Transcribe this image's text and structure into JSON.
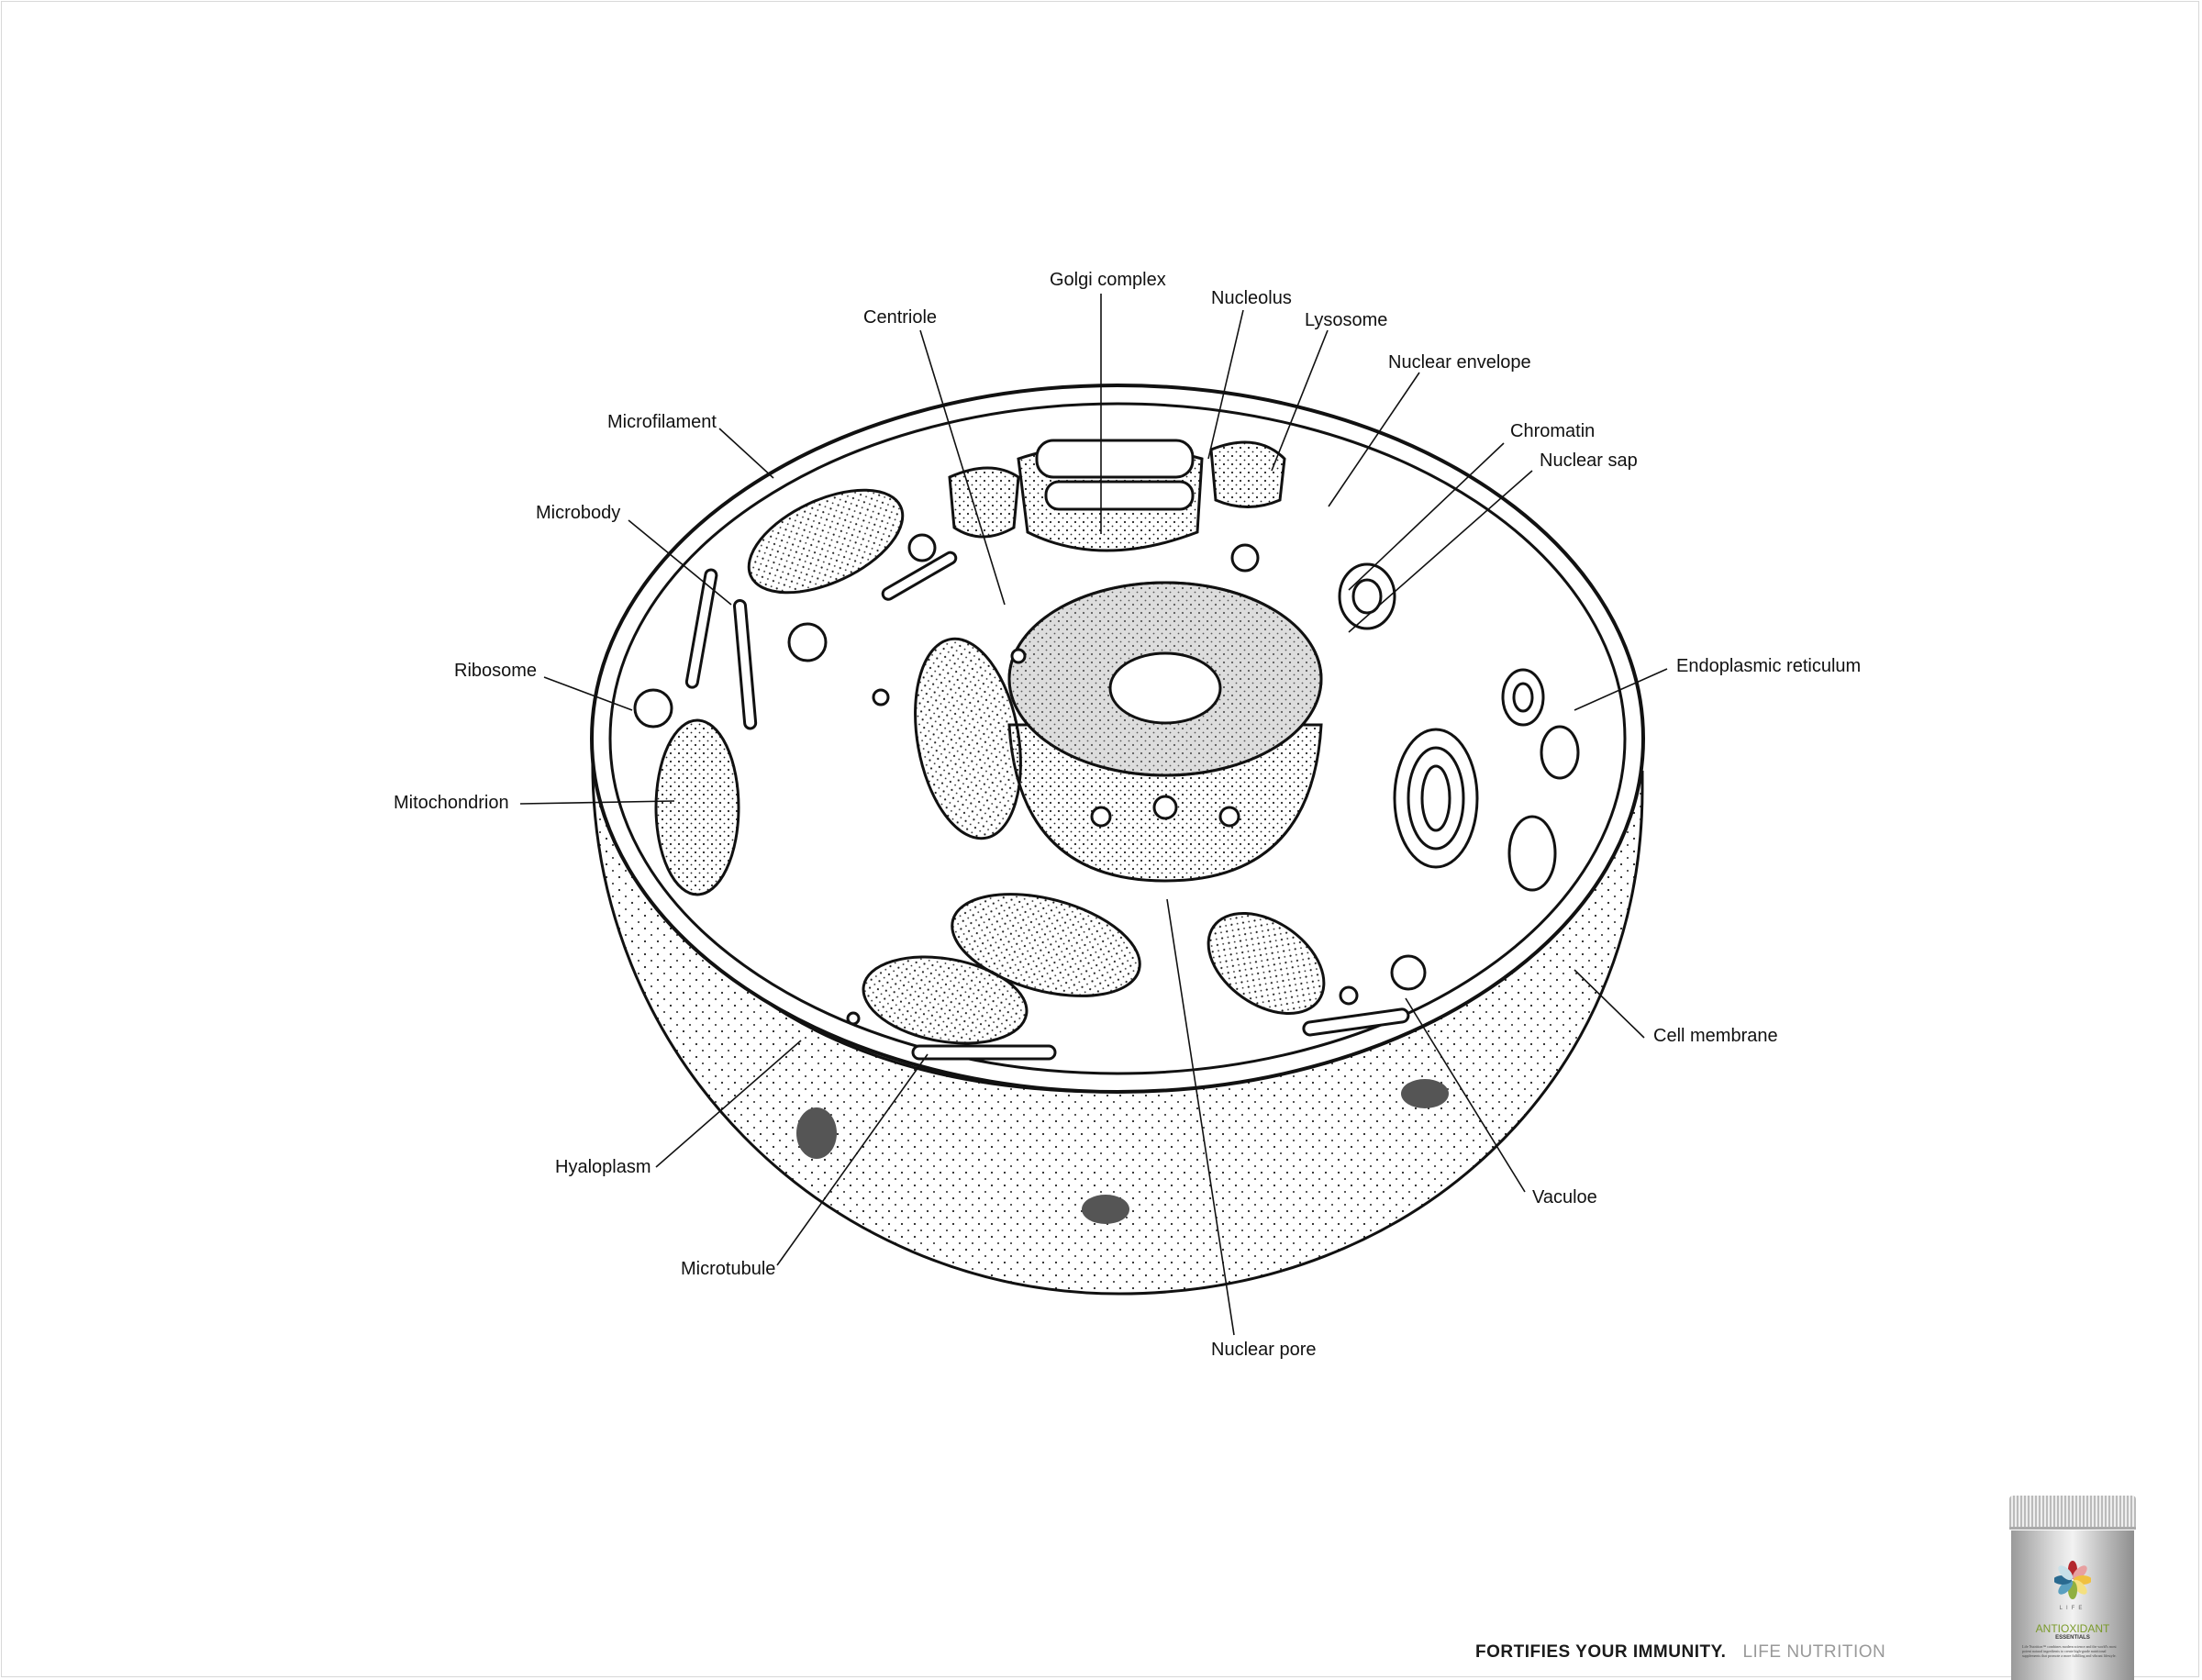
{
  "labels": {
    "golgi": "Golgi complex",
    "nucleolus": "Nucleolus",
    "centriole": "Centriole",
    "lysosome": "Lysosome",
    "nuclear_envelope": "Nuclear envelope",
    "microfilament": "Microfilament",
    "chromatin": "Chromatin",
    "nuclear_sap": "Nuclear sap",
    "microbody": "Microbody",
    "ribosome": "Ribosome",
    "endoplasmic_reticulum": "Endoplasmic reticulum",
    "mitochondrion": "Mitochondrion",
    "cell_membrane": "Cell membrane",
    "hyaloplasm": "Hyaloplasm",
    "vaculoe": "Vaculoe",
    "microtubule": "Microtubule",
    "nuclear_pore": "Nuclear pore"
  },
  "tagline": {
    "headline": "FORTIFIES YOUR IMMUNITY.",
    "brand": "LIFE NUTRITION"
  },
  "product": {
    "logo_text": "LIFE",
    "name": "ANTIOXIDANT",
    "subname": "ESSENTIALS",
    "description": "Life Nutrition™ combines modern science and the world's most potent natural ingredients to create high-grade nutritional supplements that promote a more fulfilling and vibrant lifestyle.",
    "logo_colors": [
      "#b3272d",
      "#e8a0a0",
      "#f0c040",
      "#f4e080",
      "#90b040",
      "#5aa0c0",
      "#2a6a90",
      "#c8e0e8"
    ]
  }
}
